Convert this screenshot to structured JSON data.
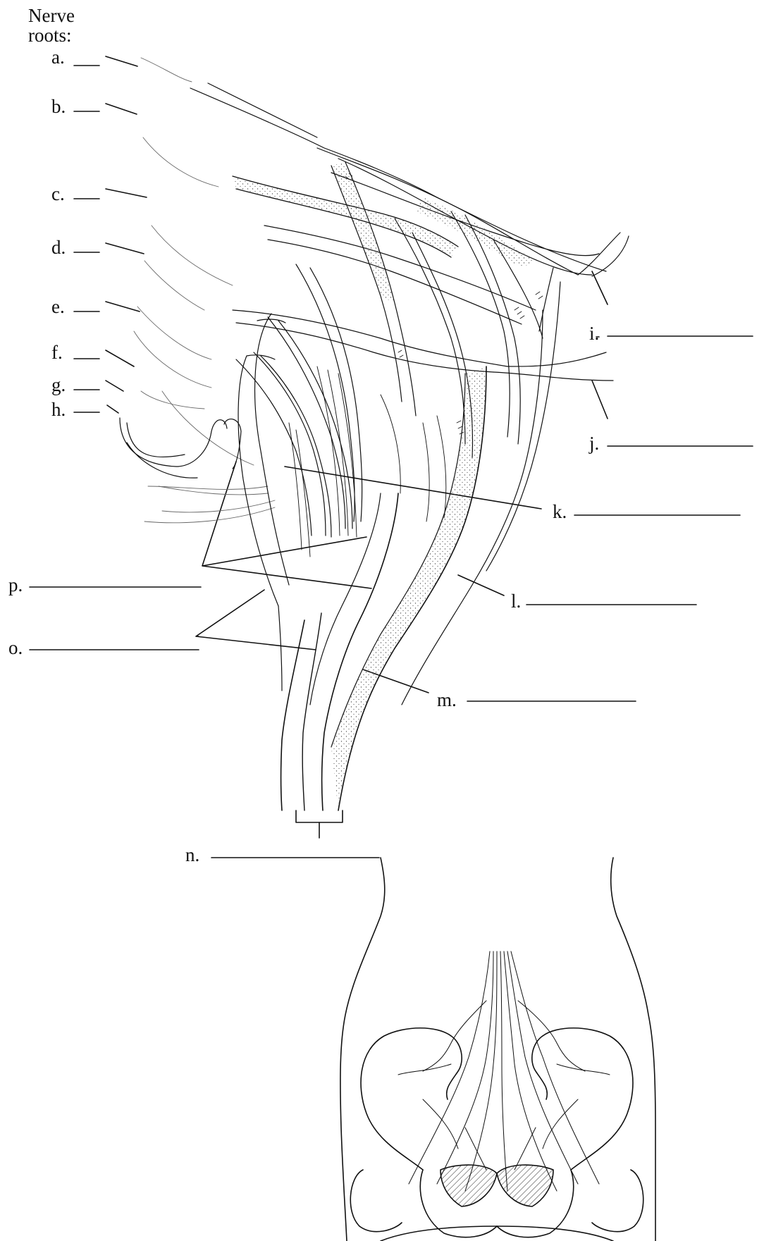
{
  "header": {
    "line1": "Nerve",
    "line2": "roots:"
  },
  "labels": {
    "a": "a.",
    "b": "b.",
    "c": "c.",
    "d": "d.",
    "e": "e.",
    "f": "f.",
    "g": "g.",
    "h": "h.",
    "i": "i.",
    "j": "j.",
    "k": "k.",
    "l": "l.",
    "m": "m.",
    "n": "n.",
    "o": "o.",
    "p": "p."
  },
  "colors": {
    "ink": "#111111",
    "paper": "#ffffff",
    "stipple": "#555555"
  }
}
